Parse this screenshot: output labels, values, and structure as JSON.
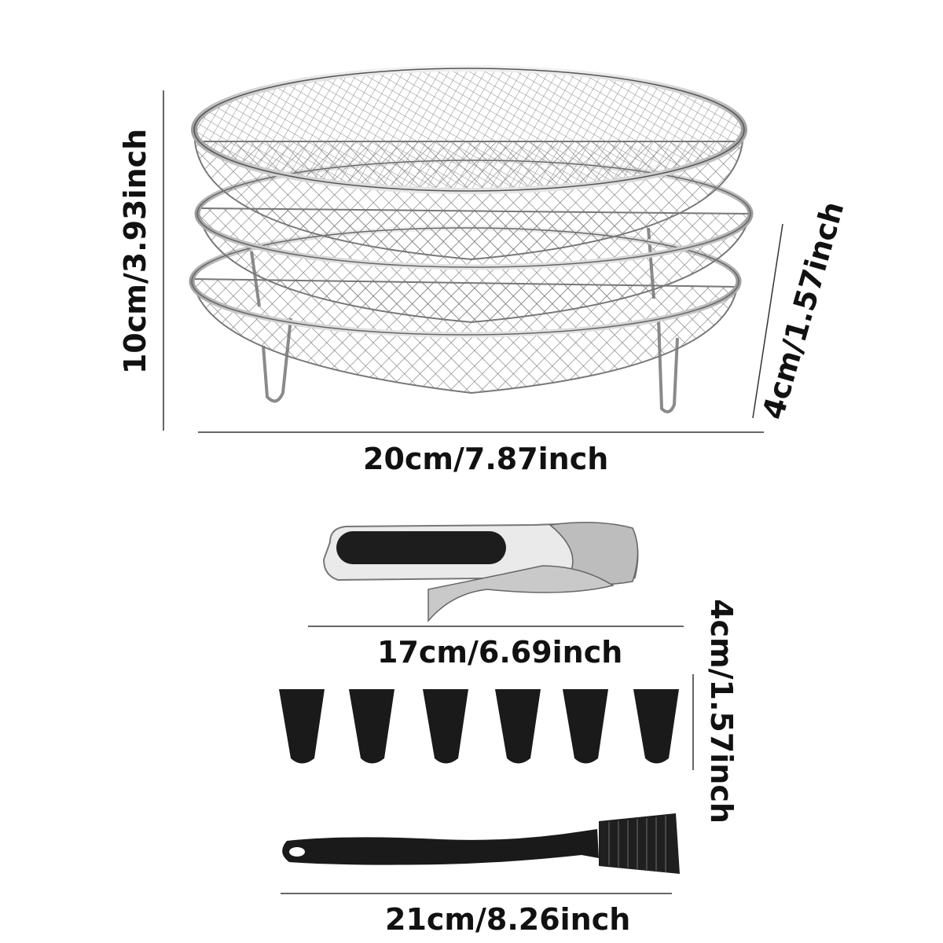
{
  "dimensions": {
    "basket_height": "10cm/3.93inch",
    "basket_diameter": "20cm/7.87inch",
    "rack_gap": "4cm/1.57inch",
    "clip_length": "17cm/6.69inch",
    "feet_height": "4cm/1.57inch",
    "brush_length": "21cm/8.26inch"
  },
  "items": {
    "baskets": "mesh-basket-stack",
    "clip": "plate-gripper-clip",
    "feet_count": 6,
    "brush": "silicone-brush"
  },
  "colors": {
    "steel": "#8a8a8a",
    "rubber": "#1a1a1a",
    "background": "#ffffff"
  }
}
